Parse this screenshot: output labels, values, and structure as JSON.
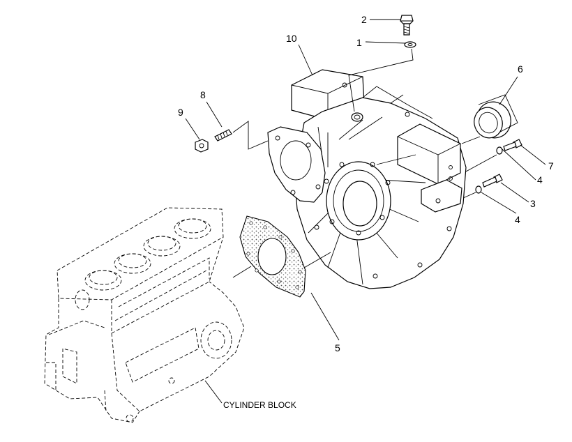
{
  "diagram": {
    "callouts": {
      "c1": "1",
      "c2": "2",
      "c3": "3",
      "c4a": "4",
      "c4b": "4",
      "c5": "5",
      "c6": "6",
      "c7": "7",
      "c8": "8",
      "c9": "9",
      "c10": "10"
    },
    "caption": "CYLINDER BLOCK",
    "gasket_color": "#888888"
  }
}
